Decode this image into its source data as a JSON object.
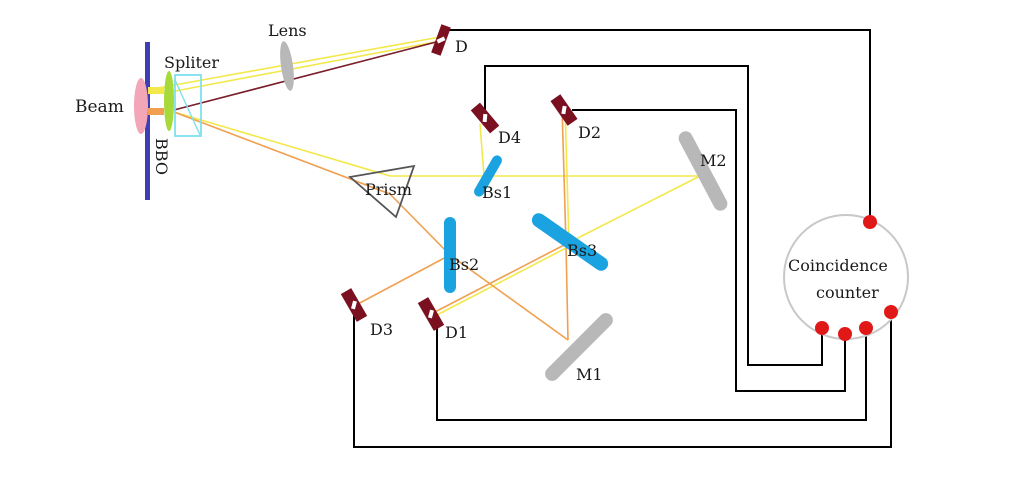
{
  "labels": {
    "beam": "Beam",
    "splitter": "Spliter",
    "bbo": "BBO",
    "lens": "Lens",
    "prism": "Prism",
    "counter_line1": "Coincidence",
    "counter_line2": "counter",
    "detector_d": "D",
    "detector_d1": "D1",
    "detector_d2": "D2",
    "detector_d3": "D3",
    "detector_d4": "D4",
    "bs1": "Bs1",
    "bs2": "Bs2",
    "bs3": "Bs3",
    "m1": "M1",
    "m2": "M2"
  },
  "colors": {
    "laser_bar": "#3f3fb5",
    "beam_spot": "#f2a6b8",
    "bbo_crystal": "#a7d93a",
    "splitter_outline": "#7fe0ee",
    "signal_beam": "#f3e84a",
    "idler_beam": "#f0a050",
    "return_beam": "#7a1f2b",
    "detector": "#7a1020",
    "beam_splitter": "#1aa3e0",
    "mirror": "#b8b8b8",
    "lens": "#b8b8b8",
    "counter_port": "#e01818",
    "wire": "#000000"
  }
}
